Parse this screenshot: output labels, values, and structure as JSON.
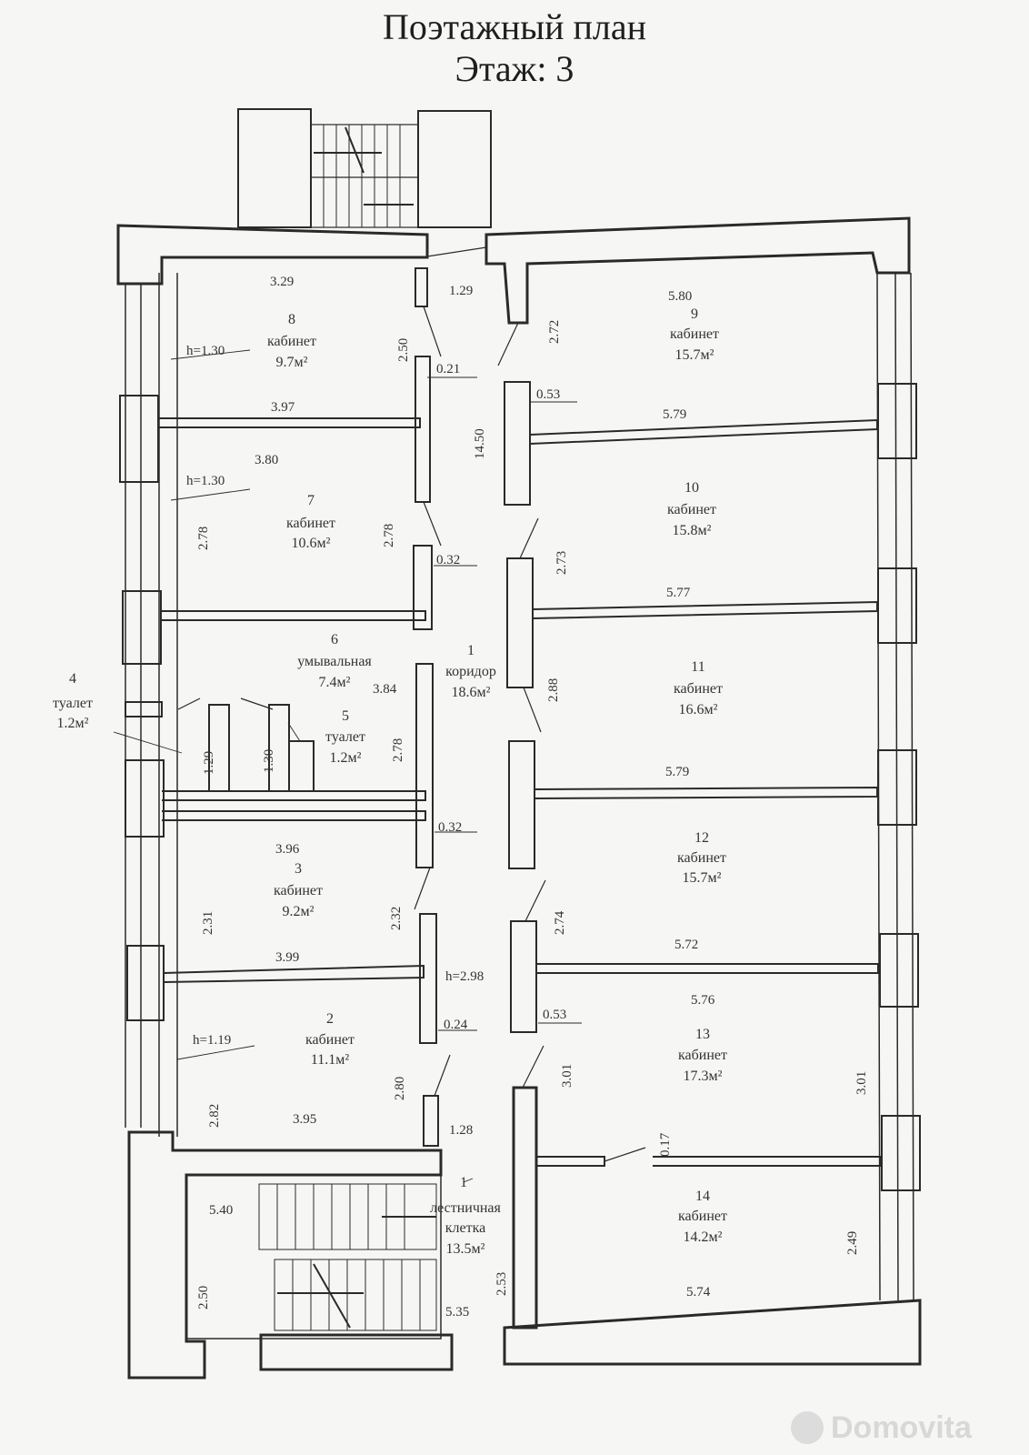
{
  "title": "Поэтажный план",
  "floor": "Этаж: 3",
  "watermark": "Domovita",
  "rooms": [
    {
      "num": "8",
      "type": "кабинет",
      "area": "9.7м²"
    },
    {
      "num": "7",
      "type": "кабинет",
      "area": "10.6м²"
    },
    {
      "num": "6",
      "type": "умывальная",
      "area": "7.4м²"
    },
    {
      "num": "4",
      "type": "туалет",
      "area": "1.2м²"
    },
    {
      "num": "5",
      "type": "туалет",
      "area": "1.2м²"
    },
    {
      "num": "3",
      "type": "кабинет",
      "area": "9.2м²"
    },
    {
      "num": "2",
      "type": "кабинет",
      "area": "11.1м²"
    },
    {
      "num": "1",
      "type": "коридор",
      "area": "18.6м²"
    },
    {
      "num": "1",
      "type1": "лестничная",
      "type2": "клетка",
      "area": "13.5м²"
    },
    {
      "num": "9",
      "type": "кабинет",
      "area": "15.7м²"
    },
    {
      "num": "10",
      "type": "кабинет",
      "area": "15.8м²"
    },
    {
      "num": "11",
      "type": "кабинет",
      "area": "16.6м²"
    },
    {
      "num": "12",
      "type": "кабинет",
      "area": "15.7м²"
    },
    {
      "num": "13",
      "type": "кабинет",
      "area": "17.3м²"
    },
    {
      "num": "14",
      "type": "кабинет",
      "area": "14.2м²"
    }
  ],
  "dims": [
    "3.29",
    "1.29",
    "2.50",
    "0.21",
    "h=1.30",
    "3.97",
    "3.80",
    "h=1.30",
    "2.78",
    "2.78",
    "0.32",
    "3.84",
    "2.78",
    "1.29",
    "1.30",
    "0.32",
    "3.96",
    "2.31",
    "2.32",
    "3.99",
    "h=2.98",
    "0.24",
    "h=1.19",
    "2.80",
    "2.82",
    "3.95",
    "1.28",
    "5.40",
    "2.50",
    "5.35",
    "2.53",
    "14.50",
    "5.80",
    "2.72",
    "0.53",
    "5.79",
    "2.73",
    "5.77",
    "2.88",
    "5.79",
    "2.74",
    "5.72",
    "0.53",
    "5.76",
    "3.01",
    "3.01",
    "0.17",
    "2.49",
    "5.74"
  ]
}
